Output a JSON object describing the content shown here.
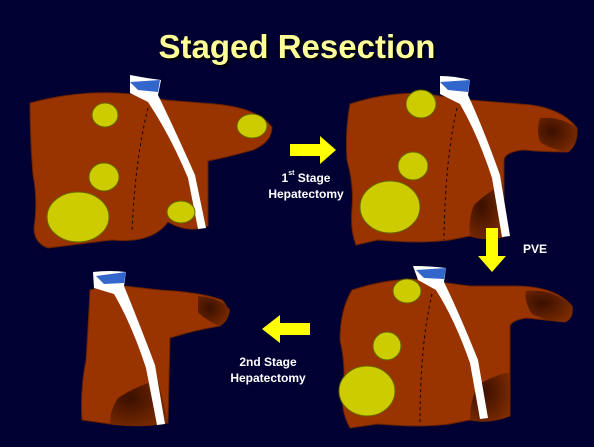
{
  "slide": {
    "title": "Staged Resection",
    "background": "#000033",
    "title_color": "#FFFF99"
  },
  "steps": {
    "first": {
      "prefix": "1",
      "superscript": "st",
      "suffix": " Stage",
      "line2": "Hepatectomy"
    },
    "pve": {
      "label": "PVE"
    },
    "second": {
      "line1": "2nd Stage",
      "line2": "Hepatectomy"
    }
  },
  "colors": {
    "liver": "#993300",
    "liver_dark": "#5a1a00",
    "tumor": "#CCCC00",
    "vessel": "#ffffff",
    "vessel_cap": "#3366cc",
    "arrow": "#FFFF00"
  },
  "icons": {
    "arrows": [
      "arrow-right-icon",
      "arrow-down-icon",
      "arrow-left-icon"
    ]
  }
}
